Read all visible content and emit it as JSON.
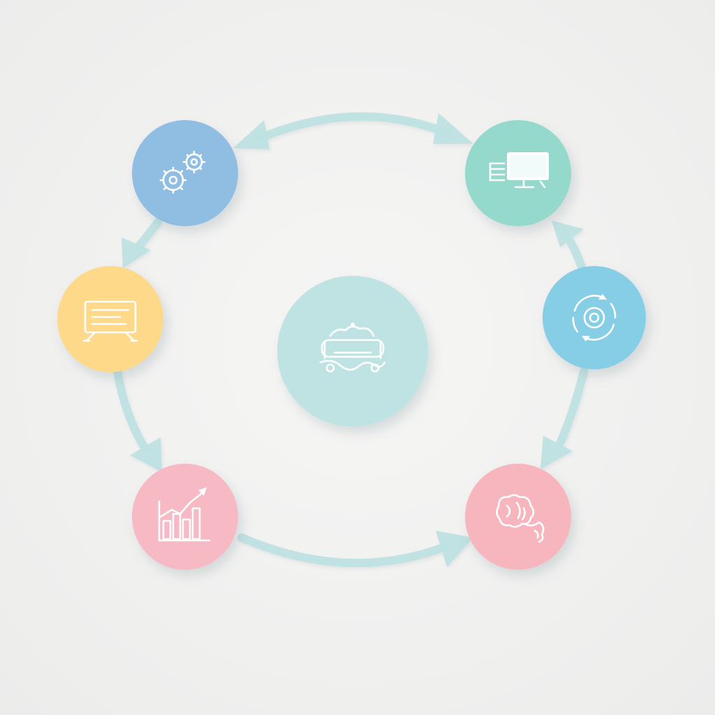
{
  "diagram": {
    "type": "cycle",
    "colors": {
      "background": "#f1f1f0",
      "arrow": "#bfe1e1",
      "center": "#bfe3e3",
      "node_blue": "#90bde2",
      "node_mint": "#94d9cc",
      "node_yellow": "#ffd98a",
      "node_sky": "#86cde6",
      "node_pink_chart": "#f7b9c4",
      "node_pink_brain": "#f7b6bd"
    },
    "center": {
      "icon": "cloud-network-icon"
    },
    "nodes": [
      {
        "id": "top-left",
        "icon": "gears-icon",
        "color": "#90bde2"
      },
      {
        "id": "top-right",
        "icon": "computer-monitor-icon",
        "color": "#94d9cc"
      },
      {
        "id": "mid-left",
        "icon": "presentation-board-icon",
        "color": "#ffd98a"
      },
      {
        "id": "mid-right",
        "icon": "target-sync-icon",
        "color": "#86cde6"
      },
      {
        "id": "bottom-left",
        "icon": "growth-chart-icon",
        "color": "#f7b9c4"
      },
      {
        "id": "bottom-right",
        "icon": "brain-idea-icon",
        "color": "#f7b6bd"
      }
    ]
  }
}
